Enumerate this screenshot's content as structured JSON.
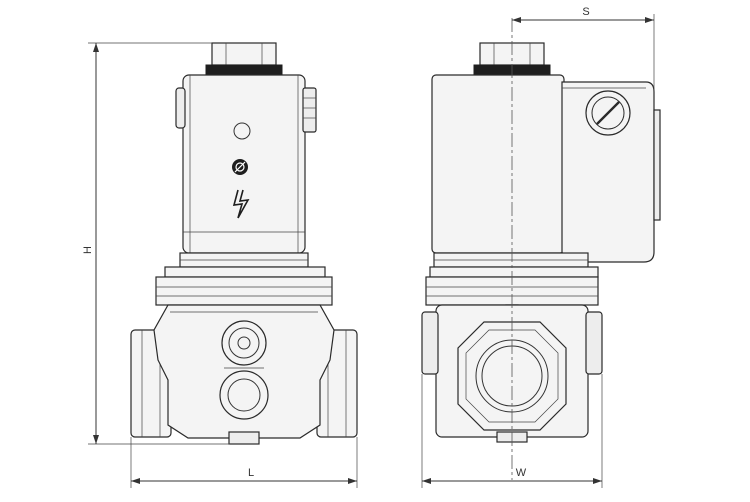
{
  "dimensions": {
    "length_label": "L",
    "height_label": "H",
    "width_label": "W",
    "offset_label": "S"
  },
  "symbols": {
    "front_led": "circle-icon",
    "front_power_mark": "crossed-circle-icon",
    "front_lightning": "lightning-bolt-icon",
    "side_cover_screw": "slotted-screw-icon"
  },
  "colors": {
    "line": "#2a2a2a",
    "fill": "#f4f4f4",
    "dark_ring": "#1e1e1e"
  }
}
